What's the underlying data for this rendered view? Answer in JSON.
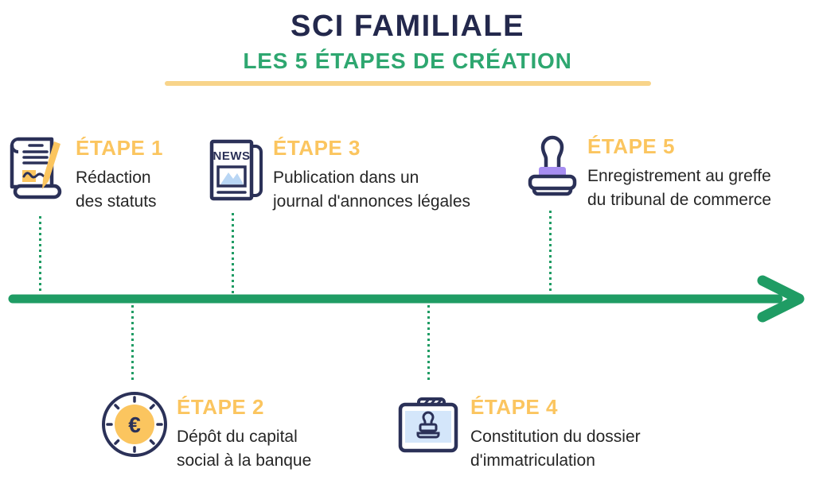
{
  "header": {
    "title": "SCI FAMILIALE",
    "subtitle": "LES 5 ÉTAPES DE CRÉATION"
  },
  "steps": [
    {
      "label": "ÉTAPE 1",
      "description": "Rédaction\ndes statuts",
      "icon": "scroll-pen-icon",
      "row": "above-timeline"
    },
    {
      "label": "ÉTAPE 2",
      "description": "Dépôt du capital\nsocial à la banque",
      "icon": "euro-coin-icon",
      "row": "below-timeline"
    },
    {
      "label": "ÉTAPE 3",
      "description": "Publication dans un\njournal d'annonces légales",
      "icon": "newspaper-icon",
      "row": "above-timeline"
    },
    {
      "label": "ÉTAPE 4",
      "description": "Constitution du dossier\nd'immatriculation",
      "icon": "folder-stamp-icon",
      "row": "below-timeline"
    },
    {
      "label": "ÉTAPE 5",
      "description": "Enregistrement au greffe\ndu tribunal de commerce",
      "icon": "rubber-stamp-icon",
      "row": "above-timeline"
    }
  ],
  "icon_text": {
    "newspaper": "NEWS",
    "euro_symbol": "€"
  },
  "timeline": {
    "type": "horizontal-arrow-right"
  },
  "colors": {
    "navy": "#2b3158",
    "title_navy": "#23284c",
    "green": "#1f9c64",
    "subtitle_green": "#2ea770",
    "label_yellow": "#fbc55f",
    "underline_yellow": "#f8d48a",
    "purple": "#a78ef1",
    "light_blue": "#d4e6fa",
    "mountain_blue": "#b9d6f4",
    "body_text": "#262626"
  }
}
